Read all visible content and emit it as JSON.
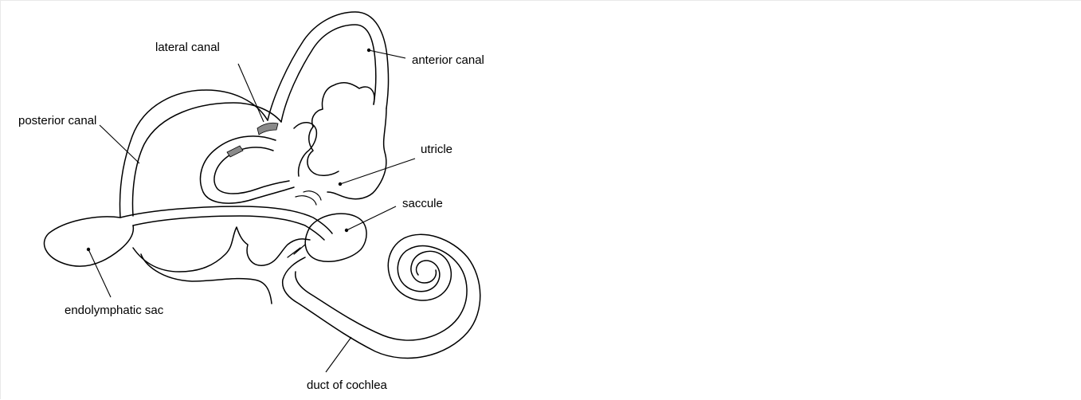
{
  "labels": {
    "lateral_canal": "lateral canal",
    "anterior_canal": "anterior canal",
    "posterior_canal": "posterior canal",
    "utricle": "utricle",
    "saccule": "saccule",
    "endolymphatic_sac": "endolymphatic sac",
    "duct_of_cochlea": "duct of cochlea"
  }
}
